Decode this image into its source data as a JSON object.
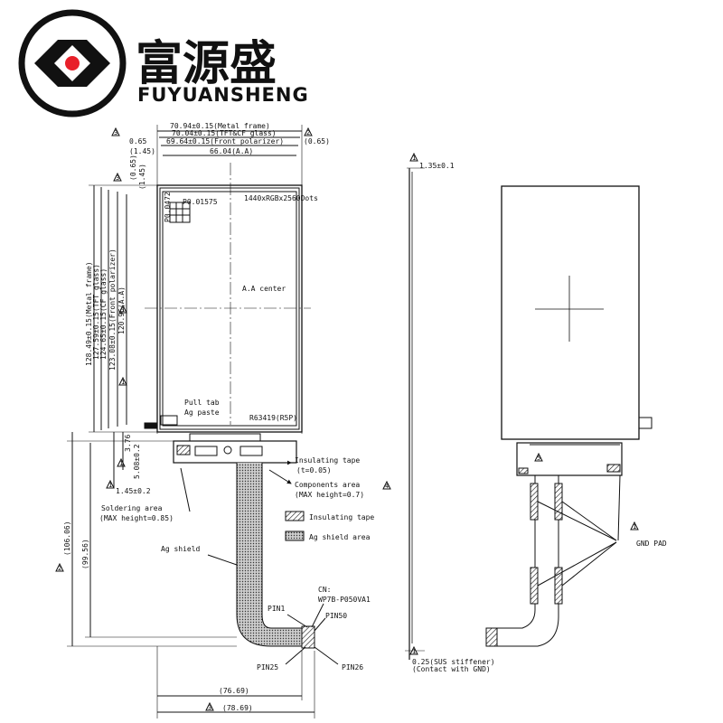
{
  "brand": {
    "name_cn": "富源盛",
    "name_en": "FUYUANSHENG"
  },
  "front_view": {
    "top_dims": [
      {
        "text": "70.94±0.15(Metal frame)"
      },
      {
        "text": "70.04±0.15(TFT&CF glass)"
      },
      {
        "text": "69.64±0.15(Front polarizer)"
      },
      {
        "text": "66.04(A.A)"
      }
    ],
    "left_margin_labels": [
      "0.65",
      "(1.45)"
    ],
    "right_margin_label": "(0.65)",
    "vertical_margin_labels": [
      "(0.65)",
      "(1.45)"
    ],
    "vertical_dims": [
      {
        "text": "128.49±0.15(Metal frame)"
      },
      {
        "text": "127.59±0.15(TFT glass)"
      },
      {
        "text": "124.65±0.15(CF glass)"
      },
      {
        "text": "123.08±0.15(Front polarizer)"
      },
      {
        "text": "120.96(A.A)"
      }
    ],
    "pixel_label": "P0.01575",
    "pixel_label_2": "P0.0472",
    "resolution_label": "1440xRGBx2560Dots",
    "aa_center_label": "A.A center",
    "pull_tab_label": "Pull tab",
    "ag_paste_label": "Ag paste",
    "ic_label": "R63419(R5P)",
    "dim_3_76": "3.76",
    "dim_5_08": "5.08±0.2",
    "dim_1_45": "1.45±0.2",
    "dim_106": "(106.06)",
    "dim_99": "(99.56)",
    "dim_76": "(76.69)",
    "dim_78": "(78.69)"
  },
  "callouts": {
    "insulating_tape": "Insulating tape",
    "insulating_tape_t": "(t=0.05)",
    "components_area": "Components area",
    "components_height": "(MAX height=0.7)",
    "soldering_area": "Soldering area",
    "soldering_height": "(MAX height=0.85)",
    "ag_shield": "Ag shield",
    "cn_label": "CN:",
    "connector_pn": "WP7B-P050VA1",
    "pin1": "PIN1",
    "pin50": "PIN50",
    "pin25": "PIN25",
    "pin26": "PIN26"
  },
  "legend": [
    {
      "label": "Insulating tape"
    },
    {
      "label": "Ag shield area"
    }
  ],
  "side_view": {
    "thickness": "1.35±0.1",
    "stiffener_1": "0.25(SUS stiffener)",
    "stiffener_2": "(Contact with GND)"
  },
  "back_view": {
    "gnd_pad": "GND PAD"
  },
  "markers": {
    "m1": "1",
    "m2": "2",
    "m3": "3",
    "m4": "4",
    "m5": "5"
  },
  "colors": {
    "logo_red": "#e8202a",
    "ink": "#111111"
  }
}
